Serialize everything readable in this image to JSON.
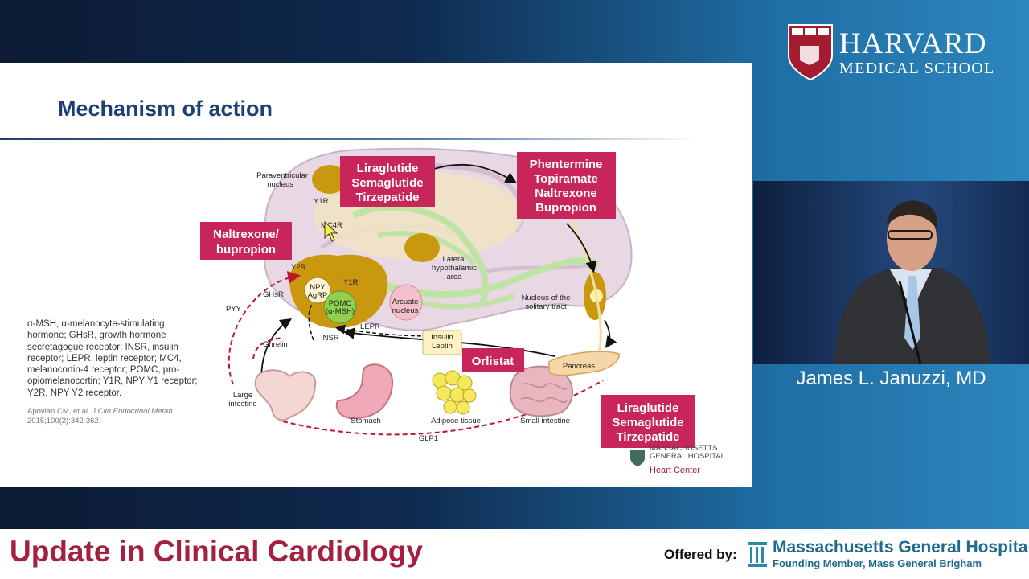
{
  "slide": {
    "title": "Mechanism of action",
    "abbreviations": "α-MSH, α-melanocyte-stimulating hormone; GHsR, growth hormone secretagogue receptor; INSR, insulin receptor; LEPR, leptin receptor; MC4, melanocortin-4 receptor; POMC, pro-opiomelanocortin; Y1R, NPY Y1 receptor; Y2R, NPY Y2 receptor.",
    "citation_authors": "Apovian CM, et al. ",
    "citation_journal": "J Clin Endocrinol Metab.",
    "citation_rest": "2015;100(2):342-362."
  },
  "diagram": {
    "drug_boxes": {
      "glp1_top": [
        "Liraglutide",
        "Semaglutide",
        "Tirzepatide"
      ],
      "combo": [
        "Phentermine",
        "Topiramate",
        "Naltrexone",
        "Bupropion"
      ],
      "naltrexone": [
        "Naltrexone/",
        "bupropion"
      ],
      "orlistat": "Orlistat",
      "glp1_bottom": [
        "Liraglutide",
        "Semaglutide",
        "Tirzepatide"
      ]
    },
    "labels": {
      "paraventricular": [
        "Paraventricular",
        "nucleus"
      ],
      "y1r_top": "Y1R",
      "mc4r": "MC4R",
      "lateral_hypothalamic": [
        "Lateral",
        "hypothalamic",
        "area"
      ],
      "y2r": "Y2R",
      "y1r_mid": "Y1R",
      "npy_agrp": [
        "NPY",
        "AgRP"
      ],
      "pomc": [
        "POMC",
        "(α-MSH)"
      ],
      "ghsr": "GHsR",
      "arcuate": [
        "Arcuate",
        "nucleus"
      ],
      "lepr": "LEPR",
      "insr": "INSR",
      "nucleus_solitary": [
        "Nucleus of the",
        "solitary tract"
      ],
      "pyy": "PYY",
      "ghrelin": "Ghrelin",
      "insulin": "Insulin",
      "leptin": "Leptin",
      "pancreas": "Pancreas",
      "large_intestine": [
        "Large",
        "intestine"
      ],
      "stomach": "Stomach",
      "adipose": "Adipose tissue",
      "small_intestine": "Small intestine",
      "glp1": "GLP1"
    },
    "mgh_heart_center": {
      "line1": "MASSACHUSETTS",
      "line2": "GENERAL HOSPITAL",
      "line3": "Heart Center"
    }
  },
  "branding": {
    "harvard_name": "HARVARD",
    "harvard_school": "MEDICAL SCHOOL"
  },
  "speaker": {
    "name": "James L. Januzzi, MD"
  },
  "footer": {
    "title": "Update in Clinical Cardiology",
    "offered_by": "Offered by:",
    "mgh_name": "Massachusetts General Hospital",
    "mgh_sub": "Founding Member, Mass General Brigham"
  },
  "colors": {
    "title_blue": "#1f3f73",
    "drug_magenta": "#c8265a",
    "footer_crimson": "#a3203f",
    "mgh_teal": "#1f6b8f",
    "harvard_crimson": "#a51c30"
  },
  "icons": [
    "harvard-shield-icon",
    "mgh-logo-icon",
    "mgh-heart-center-shield-icon",
    "mouse-cursor-icon"
  ]
}
